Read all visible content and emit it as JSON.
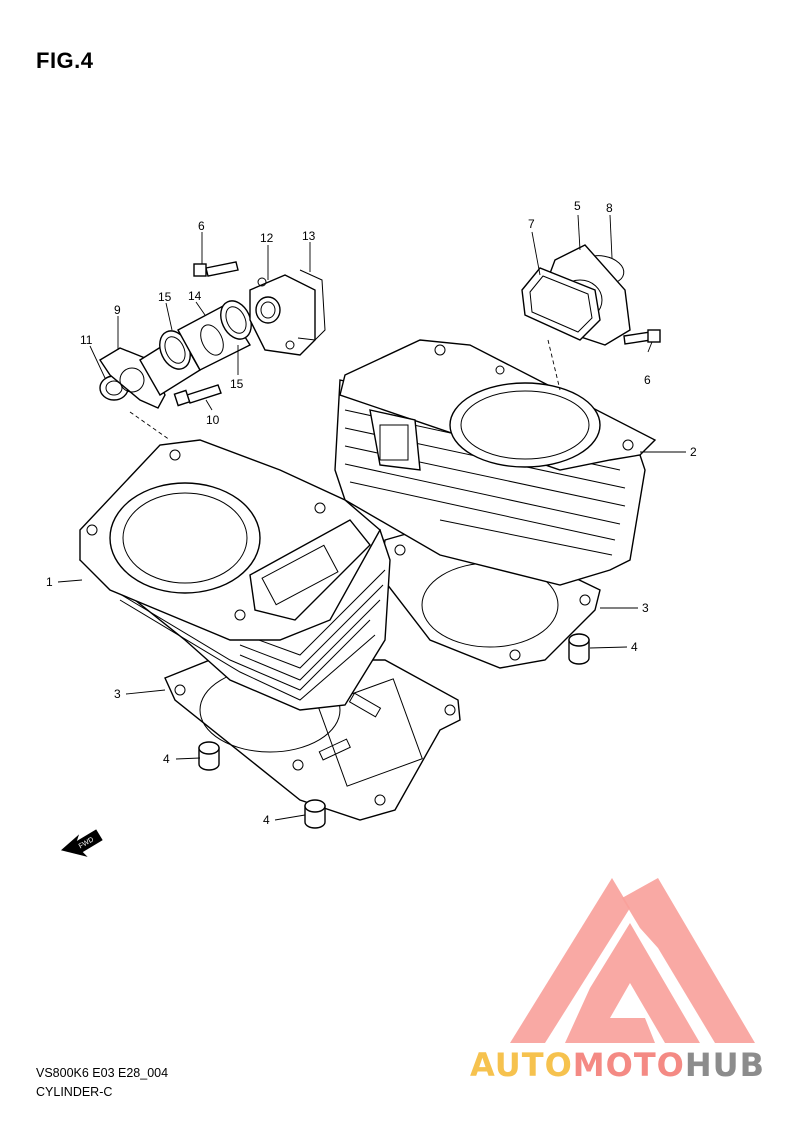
{
  "figure": {
    "title": "FIG.4",
    "caption_line1": "VS800K6 E03 E28_004",
    "caption_line2": "CYLINDER-C"
  },
  "callouts": {
    "c1": "1",
    "c2": "2",
    "c3a": "3",
    "c3b": "3",
    "c4a": "4",
    "c4b": "4",
    "c4c": "4",
    "c5": "5",
    "c6a": "6",
    "c6b": "6",
    "c7": "7",
    "c8": "8",
    "c9": "9",
    "c10": "10",
    "c11": "11",
    "c12": "12",
    "c13": "13",
    "c14": "14",
    "c15a": "15",
    "c15b": "15"
  },
  "fwd_label": "FWD",
  "watermark": {
    "brand_part1": "AUTO",
    "brand_part2": "MOTO",
    "brand_part3": "HUB",
    "colors": {
      "auto": "#f6c24e",
      "moto": "#f48a84",
      "hub": "#8c8c8c",
      "logo": "#f8a09a"
    },
    "logo_icon": "triangle-logo-icon"
  }
}
